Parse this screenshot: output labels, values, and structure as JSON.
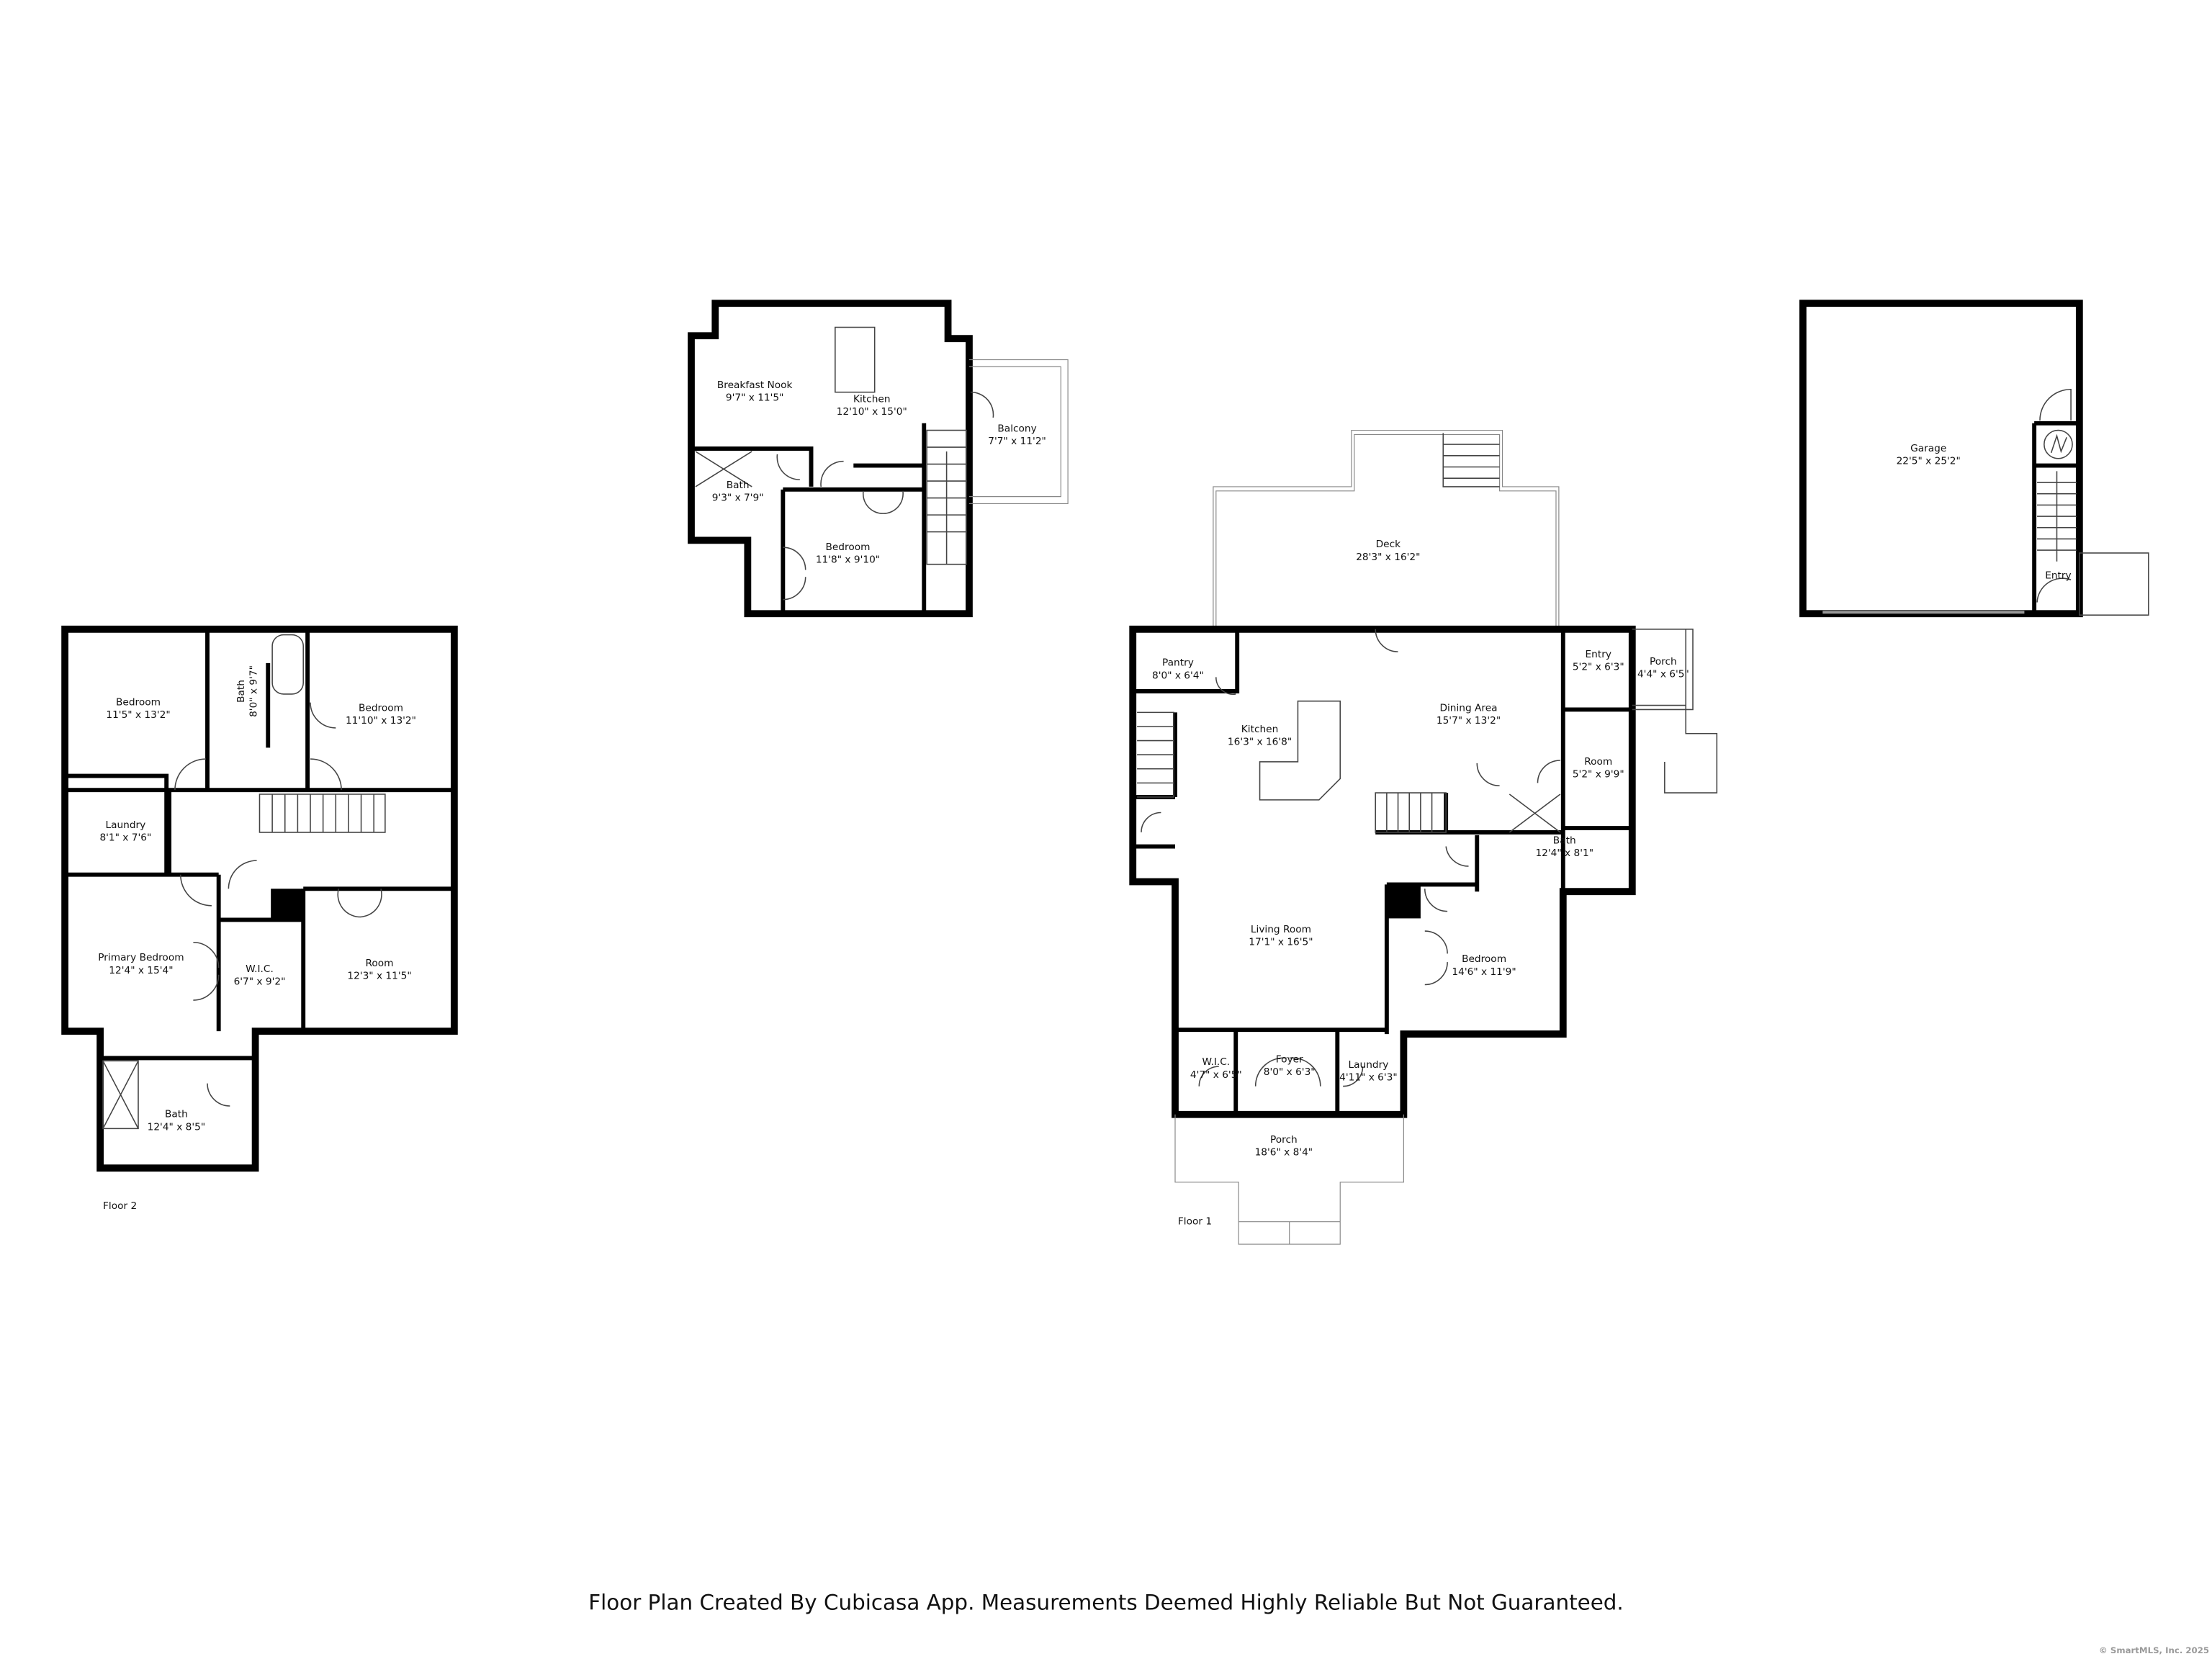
{
  "floors": [
    {
      "label": "Floor 2",
      "rooms": [
        {
          "name": "Bedroom",
          "size": "11'5\" x 13'2\""
        },
        {
          "name": "Bath",
          "size": "8'0\" x 9'7\""
        },
        {
          "name": "Bedroom",
          "size": "11'10\" x 13'2\""
        },
        {
          "name": "Laundry",
          "size": "8'1\" x 7'6\""
        },
        {
          "name": "Primary Bedroom",
          "size": "12'4\" x 15'4\""
        },
        {
          "name": "W.I.C.",
          "size": "6'7\" x 9'2\""
        },
        {
          "name": "Room",
          "size": "12'3\" x 11'5\""
        },
        {
          "name": "Bath",
          "size": "12'4\" x 8'5\""
        }
      ]
    },
    {
      "label": "",
      "rooms": [
        {
          "name": "Breakfast Nook",
          "size": "9'7\" x 11'5\""
        },
        {
          "name": "Kitchen",
          "size": "12'10\" x 15'0\""
        },
        {
          "name": "Balcony",
          "size": "7'7\" x 11'2\""
        },
        {
          "name": "Bath",
          "size": "9'3\" x 7'9\""
        },
        {
          "name": "Bedroom",
          "size": "11'8\" x 9'10\""
        }
      ]
    },
    {
      "label": "Floor 1",
      "rooms": [
        {
          "name": "Deck",
          "size": "28'3\" x 16'2\""
        },
        {
          "name": "Pantry",
          "size": "8'0\" x 6'4\""
        },
        {
          "name": "Kitchen",
          "size": "16'3\" x 16'8\""
        },
        {
          "name": "Dining Area",
          "size": "15'7\" x 13'2\""
        },
        {
          "name": "Entry",
          "size": "5'2\" x 6'3\""
        },
        {
          "name": "Porch",
          "size": "4'4\" x 6'5\""
        },
        {
          "name": "Room",
          "size": "5'2\" x 9'9\""
        },
        {
          "name": "Bath",
          "size": "12'4\" x 8'1\""
        },
        {
          "name": "Living Room",
          "size": "17'1\" x 16'5\""
        },
        {
          "name": "Bedroom",
          "size": "14'6\" x 11'9\""
        },
        {
          "name": "W.I.C.",
          "size": "4'7\" x 6'5\""
        },
        {
          "name": "Foyer",
          "size": "8'0\" x 6'3\""
        },
        {
          "name": "Laundry",
          "size": "4'11\" x 6'3\""
        },
        {
          "name": "Porch",
          "size": "18'6\" x 8'4\""
        }
      ]
    },
    {
      "label": "",
      "rooms": [
        {
          "name": "Garage",
          "size": "22'5\" x 25'2\""
        },
        {
          "name": "Entry",
          "size": ""
        }
      ]
    }
  ],
  "footer": "Floor Plan Created By Cubicasa App. Measurements Deemed Highly Reliable But Not Guaranteed.",
  "watermark": "© SmartMLS, Inc.  2025"
}
